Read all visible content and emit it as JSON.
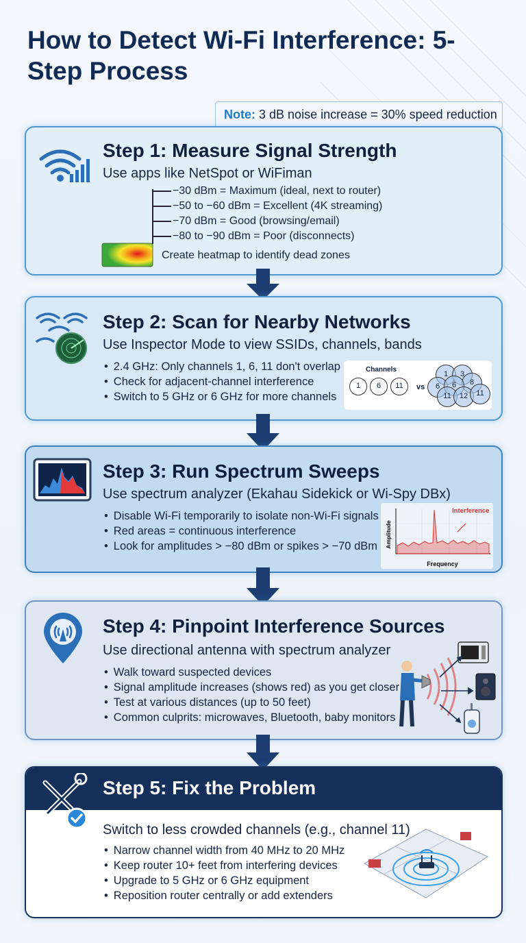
{
  "title": "How to Detect Wi-Fi Interference: 5-Step Process",
  "note": {
    "label": "Note:",
    "text": "3 dB noise increase = 30% speed reduction"
  },
  "steps": [
    {
      "title": "Step 1: Measure Signal Strength",
      "subtitle": "Use apps like NetSpot or WiFiman",
      "levels": [
        "−30 dBm = Maximum (ideal, next to router)",
        "−50 to −60 dBm = Excellent (4K streaming)",
        "−70 dBm = Good (browsing/email)",
        "−80 to −90 dBm = Poor (disconnects)"
      ],
      "heatmap_text": "Create heatmap to identify dead zones",
      "icon": "wifi-signal-icon"
    },
    {
      "title": "Step 2: Scan for Nearby Networks",
      "subtitle": "Use Inspector Mode to view SSIDs, channels, bands",
      "bullets": [
        "2.4 GHz: Only channels 1, 6, 11 don't overlap",
        "Check for adjacent-channel interference",
        "Switch to 5 GHz or 6 GHz for more channels"
      ],
      "channels_label": "Channels",
      "clean_channels": [
        "1",
        "6",
        "11"
      ],
      "vs": "vs",
      "overlap_channels": [
        "1",
        "3",
        "6",
        "8",
        "6",
        "11",
        "12",
        "11"
      ],
      "icon": "wifi-radar-icon"
    },
    {
      "title": "Step 3: Run Spectrum Sweeps",
      "subtitle": "Use spectrum analyzer (Ekahau Sidekick or Wi-Spy DBx)",
      "bullets": [
        "Disable Wi-Fi temporarily to isolate non-Wi-Fi signals",
        "Red areas = continuous interference",
        "Look for amplitudes > −80 dBm or spikes > −70 dBm"
      ],
      "chart": {
        "ylabel": "Amplitude",
        "xlabel": "Frequency",
        "annotation": "Interference"
      },
      "icon": "spectrum-monitor-icon"
    },
    {
      "title": "Step 4: Pinpoint Interference Sources",
      "subtitle": "Use directional antenna with spectrum analyzer",
      "bullets": [
        "Walk toward suspected devices",
        "Signal amplitude increases (shows red) as you get closer",
        "Test at various distances (up to 50 feet)",
        "Common culprits: microwaves, Bluetooth, baby monitors"
      ],
      "icon": "location-antenna-icon"
    },
    {
      "title": "Step 5: Fix the Problem",
      "subtitle": "Switch to less crowded channels (e.g., channel 11)",
      "bullets": [
        "Narrow channel width from 40 MHz to 20 MHz",
        "Keep router 10+ feet from interfering devices",
        "Upgrade to 5 GHz or 6 GHz equipment",
        "Reposition router centrally or add extenders"
      ],
      "icon": "tools-check-icon"
    }
  ],
  "colors": {
    "title": "#0f2b55",
    "accent": "#1f7cc4",
    "card_border": "#4f97cf",
    "step5_header": "#14305a",
    "arrow": "#1c3d70"
  }
}
